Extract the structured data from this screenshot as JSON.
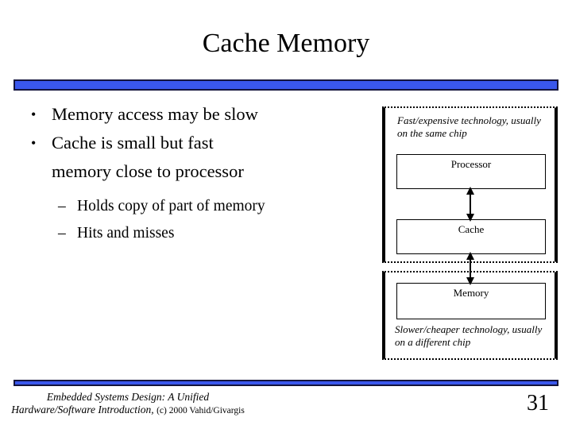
{
  "title": "Cache Memory",
  "bullets": {
    "marker": "•",
    "sub_marker": "–",
    "items": [
      {
        "text": "Memory access may be slow"
      },
      {
        "text": "Cache is small but fast memory close to processor"
      }
    ],
    "sub_items": [
      {
        "text": "Holds copy of part of memory"
      },
      {
        "text": "Hits and misses"
      }
    ]
  },
  "diagram": {
    "top_caption": "Fast/expensive technology, usually on the same chip",
    "bottom_caption": "Slower/cheaper technology, usually on a different chip",
    "processor_label": "Processor",
    "cache_label": "Cache",
    "memory_label": "Memory"
  },
  "footer": {
    "book_title_line1": "Embedded Systems Design: A Unified",
    "book_title_line2": "Hardware/Software Introduction,",
    "copyright": "(c) 2000 Vahid/Givargis",
    "page_number": "31"
  },
  "colors": {
    "bar_fill": "#3A57EC",
    "bar_border": "#14143C"
  }
}
